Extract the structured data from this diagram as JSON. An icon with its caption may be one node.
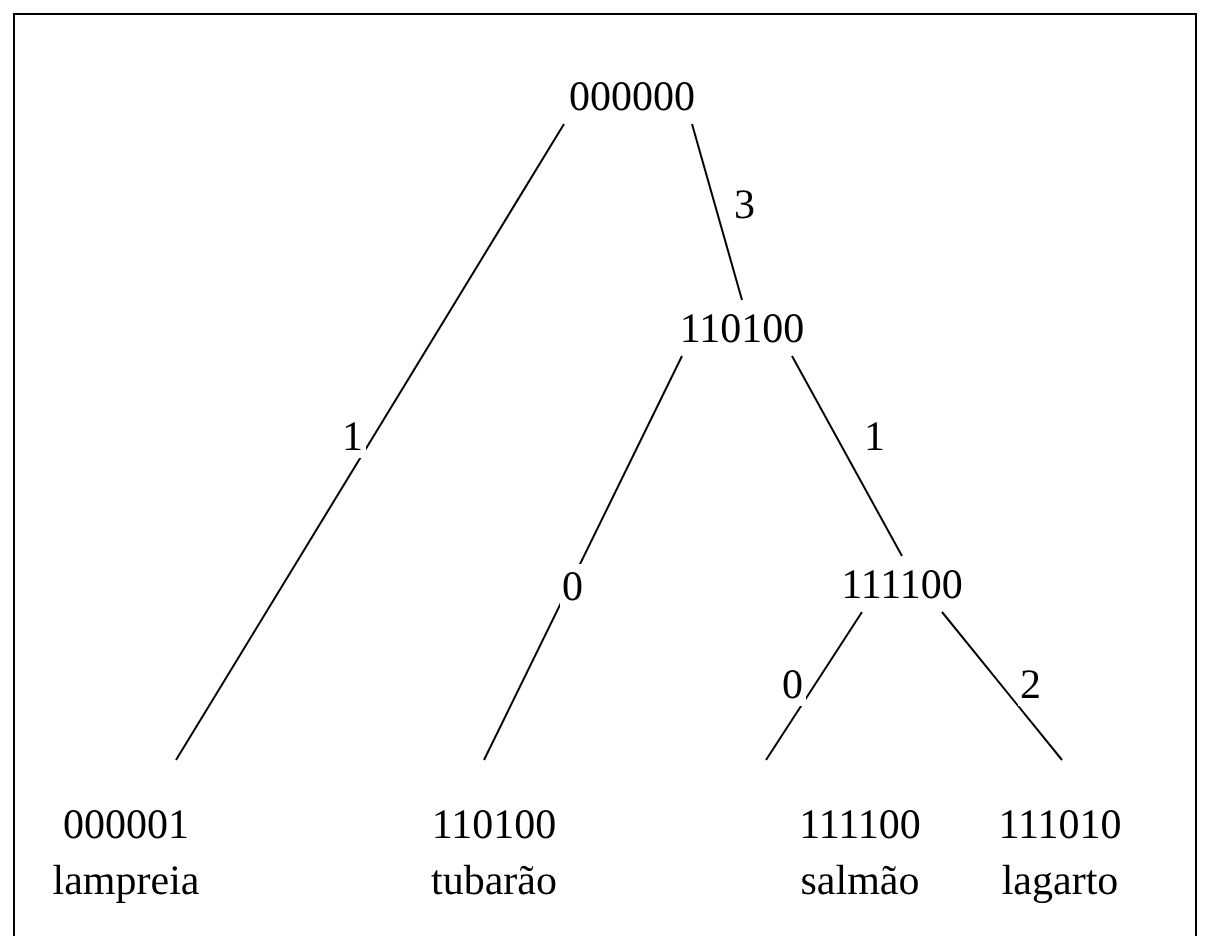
{
  "diagram": {
    "nodes": [
      {
        "text": [
          "000000"
        ]
      },
      {
        "text": [
          "110100"
        ]
      },
      {
        "text": [
          "111100"
        ]
      },
      {
        "text": [
          "000001",
          "lampreia"
        ]
      },
      {
        "text": [
          "110100",
          "tubarão"
        ]
      },
      {
        "text": [
          "111100",
          "salmão"
        ]
      },
      {
        "text": [
          "111010",
          "lagarto"
        ]
      }
    ],
    "edges": [
      {
        "from": 0,
        "to": 3,
        "arrow": "none",
        "label": "1"
      },
      {
        "from": 0,
        "to": 1,
        "arrow": "none",
        "label": "3"
      },
      {
        "from": 1,
        "to": 4,
        "arrow": "none",
        "label": "0"
      },
      {
        "from": 1,
        "to": 2,
        "arrow": "none",
        "label": "1"
      },
      {
        "from": 2,
        "to": 5,
        "arrow": "none",
        "label": "0"
      },
      {
        "from": 2,
        "to": 6,
        "arrow": "none",
        "label": "2"
      }
    ]
  }
}
